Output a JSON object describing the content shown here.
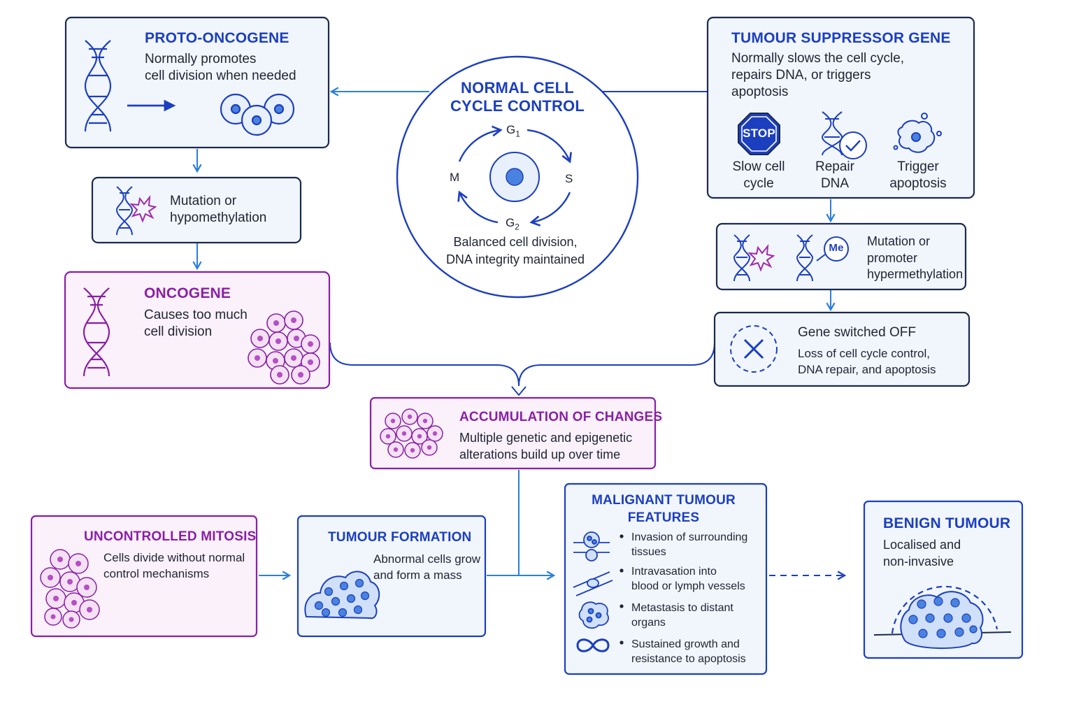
{
  "normal": {
    "title_line1": "NORMAL CELL",
    "title_line2": "CYCLE CONTROL",
    "phase_g1": "G1",
    "phase_s": "S",
    "phase_g2": "G2",
    "phase_m": "M",
    "caption_line1": "Balanced cell division,",
    "caption_line2": "DNA integrity maintained"
  },
  "proto": {
    "title": "PROTO-ONCOGENE",
    "desc_line1": "Normally promotes",
    "desc_line2": "cell division when needed"
  },
  "mutation_left": {
    "line1": "Mutation or",
    "line2": "hypomethylation"
  },
  "oncogene": {
    "title": "ONCOGENE",
    "desc_line1": "Causes too much",
    "desc_line2": "cell division"
  },
  "suppressor": {
    "title": "TUMOUR SUPPRESSOR GENE",
    "desc_line1": "Normally slows the cell cycle,",
    "desc_line2": "repairs DNA, or triggers",
    "desc_line3": "apoptosis",
    "stop_text": "STOP",
    "item1_line1": "Slow cell",
    "item1_line2": "cycle",
    "item2_line1": "Repair",
    "item2_line2": "DNA",
    "item3_line1": "Trigger",
    "item3_line2": "apoptosis"
  },
  "mutation_right": {
    "me_label": "Me",
    "line1": "Mutation or",
    "line2": "promoter",
    "line3": "hypermethylation"
  },
  "switched_off": {
    "title": "Gene switched OFF",
    "desc_line1": "Loss of cell cycle control,",
    "desc_line2": "DNA repair, and apoptosis"
  },
  "accumulation": {
    "title": "ACCUMULATION OF CHANGES",
    "desc_line1": "Multiple genetic and epigenetic",
    "desc_line2": "alterations build up over time"
  },
  "uncontrolled": {
    "title": "UNCONTROLLED MITOSIS",
    "desc_line1": "Cells divide without normal",
    "desc_line2": "control mechanisms"
  },
  "formation": {
    "title": "TUMOUR FORMATION",
    "desc_line1": "Abnormal cells grow",
    "desc_line2": "and form a mass"
  },
  "malignant": {
    "title_line1": "MALIGNANT TUMOUR",
    "title_line2": "FEATURES",
    "f1_line1": "Invasion of surrounding",
    "f1_line2": "tissues",
    "f2_line1": "Intravasation into",
    "f2_line2": "blood or lymph vessels",
    "f3_line1": "Metastasis to distant",
    "f3_line2": "organs",
    "f4_line1": "Sustained growth and",
    "f4_line2": "resistance to apoptosis"
  },
  "benign": {
    "title": "BENIGN TUMOUR",
    "desc_line1": "Localised and",
    "desc_line2": "non-invasive"
  },
  "colors": {
    "blue": "#1c3fbf",
    "arrow": "#2b7fdc",
    "purple": "#8a1fa6",
    "box_blue_fill": "#f1f6fd",
    "box_purple_fill": "#fbf1fb"
  }
}
